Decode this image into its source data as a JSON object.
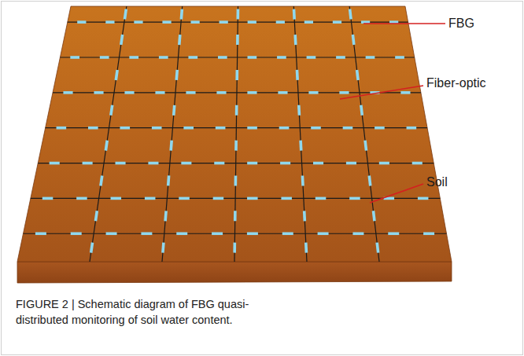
{
  "diagram": {
    "caption": "FIGURE 2 | Schematic diagram of FBG quasi-distributed monitoring of soil water content.",
    "labels": [
      "FBG",
      "Fiber-optic",
      "Soil"
    ]
  }
}
